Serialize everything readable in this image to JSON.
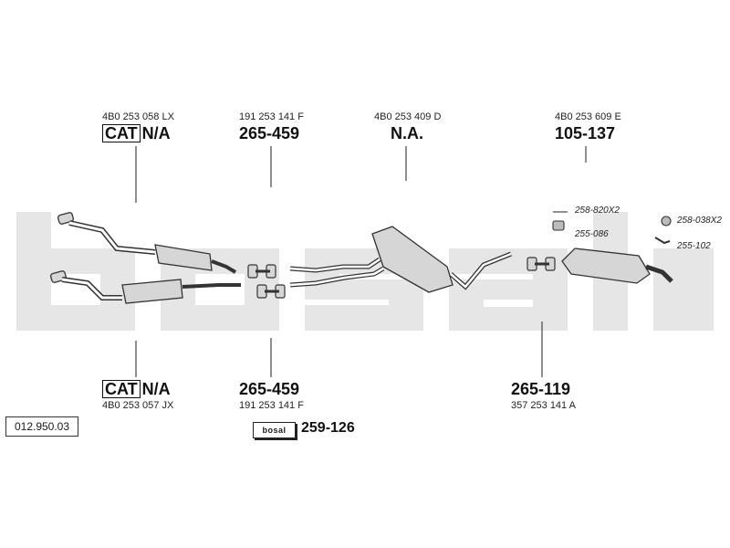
{
  "diagram_ref": "012.950.03",
  "labels": {
    "top_1_oem": "4B0 253 058 LX",
    "top_1_cat": "CAT",
    "top_1_value": "N/A",
    "top_2_oem": "191 253 141 F",
    "top_2_part": "265-459",
    "top_3_oem": "4B0 253 409 D",
    "top_3_part": "N.A.",
    "top_4_oem": "4B0 253 609 E",
    "top_4_part": "105-137",
    "bottom_1_cat": "CAT",
    "bottom_1_value": "N/A",
    "bottom_1_oem": "4B0 253 057 JX",
    "bottom_2_part": "265-459",
    "bottom_2_oem": "191 253 141 F",
    "bottom_3_part": "265-119",
    "bottom_3_oem": "357 253 141 A",
    "logo_text": "bosal",
    "logo_part": "259-126",
    "acc_1": "258-820X2",
    "acc_2": "255-086",
    "acc_3": "258-038X2",
    "acc_4": "255-102"
  },
  "watermark": "bosal",
  "colors": {
    "watermark": "#e6e6e6",
    "line": "#444444",
    "part_fill": "#d6d6d6",
    "part_stroke": "#333333"
  }
}
